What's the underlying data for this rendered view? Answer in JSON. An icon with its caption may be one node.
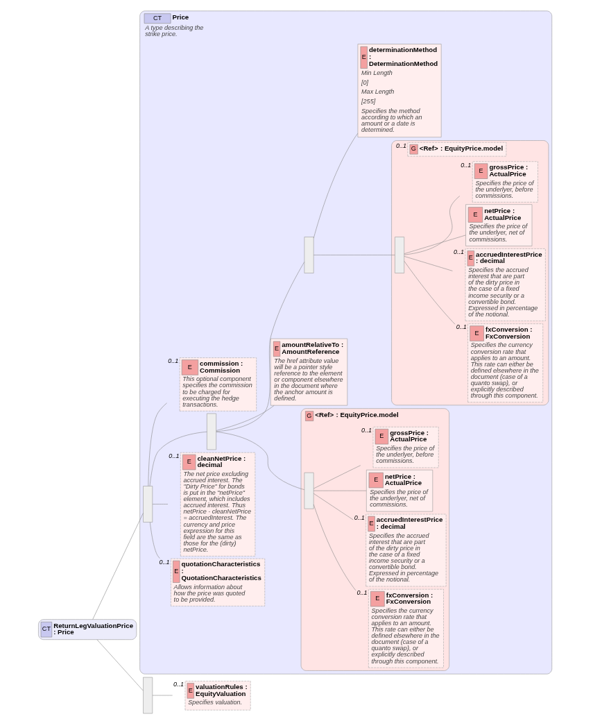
{
  "diagram": {
    "nodes": [
      {
        "text": [
          "CT",
          "ReturnLegValuationPrice : Price"
        ]
      },
      {
        "text": [
          "CT",
          "Price",
          "A type describing the strike price."
        ]
      },
      {
        "text": [],
        "shape": "box",
        "in": 1
      },
      {
        "text": [
          "E",
          "commission : Commission",
          "This optional component specifies the commission to be charged for executing the hedge transactions."
        ],
        "in": 1,
        "beside": [
          "0..1"
        ]
      },
      {
        "text": [],
        "shape": "box",
        "in": 1
      },
      {
        "text": [],
        "shape": "box",
        "in": 1
      },
      {
        "text": [
          "E",
          "determinationMethod : DeterminationMethod",
          "Min Length",
          "[0]",
          "Max Length",
          "[255]",
          "Specifies the method according to which an amount or a date is determined."
        ],
        "in": 1
      },
      {
        "text": [
          "G",
          "<Ref>",
          ": EquityPrice.model"
        ],
        "in": 1,
        "beside": [
          "0..1"
        ]
      },
      {
        "text": [],
        "shape": "box",
        "in": 7
      },
      {
        "text": [
          "E",
          "grossPrice : ActualPrice",
          "Specifies the price of the underlyer, before commissions."
        ],
        "in": 7,
        "beside": [
          "0..1"
        ]
      },
      {
        "text": [
          "E",
          "netPrice : ActualPrice",
          "Specifies the price of the underlyer, net of commissions."
        ],
        "in": 7
      },
      {
        "text": [
          "E",
          "accruedInterestPrice : decimal",
          "Specifies the accrued interest that are part of the dirty price in the case of a fixed income security or a convertible bond. Expressed in percentage of the notional."
        ],
        "in": 7,
        "beside": [
          "0..1"
        ]
      },
      {
        "text": [
          "E",
          "fxConversion : FxConversion",
          "Specifies the currency conversion rate that applies to an amount. This rate can either be defined elsewhere in the document (case of a quanto swap), or explicitly described through this component."
        ],
        "in": 7,
        "beside": [
          "0..1"
        ]
      },
      {
        "text": [
          "E",
          "amountRelativeTo : AmountReference",
          "The href attribute value will be a pointer style reference to the element or component elsewhere in the document where the anchor amount is defined."
        ],
        "in": 1
      },
      {
        "text": [
          "G",
          "<Ref>",
          ": EquityPrice.model"
        ],
        "in": 1
      },
      {
        "text": [],
        "shape": "box",
        "in": 14
      },
      {
        "text": [
          "E",
          "grossPrice : ActualPrice",
          "Specifies the price of the underlyer, before commissions."
        ],
        "in": 14,
        "beside": [
          "0..1"
        ]
      },
      {
        "text": [
          "E",
          "netPrice : ActualPrice",
          "Specifies the price of the underlyer, net of commissions."
        ],
        "in": 14
      },
      {
        "text": [
          "E",
          "accruedInterestPrice : decimal",
          "Specifies the accrued interest that are part of the dirty price in the case of a fixed income security or a convertible bond. Expressed in percentage of the notional."
        ],
        "in": 14,
        "beside": [
          "0..1"
        ]
      },
      {
        "text": [
          "E",
          "fxConversion : FxConversion",
          "Specifies the currency conversion rate that applies to an amount. This rate can either be defined elsewhere in the document (case of a quanto swap), or explicitly described through this component."
        ],
        "in": 14,
        "beside": [
          "0..1"
        ]
      },
      {
        "text": [
          "E",
          "cleanNetPrice : decimal",
          "The net price excluding accrued interest. The \"Dirty Price\" for bonds is put in the \"netPrice\" element, which includes accrued interest. Thus netPrice - cleanNetPrice = accruedInterest. The currency and price expression for this field are the same as those for the (dirty) netPrice."
        ],
        "in": 1,
        "beside": [
          "0..1"
        ]
      },
      {
        "text": [
          "E",
          "quotationCharacteristics : QuotationCharacteristics",
          "Allows information about how the price was quoted to be provided."
        ],
        "in": 1,
        "beside": [
          "0..1"
        ]
      },
      {
        "text": [],
        "shape": "box"
      },
      {
        "text": [
          "E",
          "valuationRules : EquityValuation",
          "Specifies valuation."
        ],
        "beside": [
          "0..1"
        ]
      }
    ],
    "edges": [
      {
        "from": 0,
        "to": 2,
        "arrow": "none"
      },
      {
        "from": 2,
        "to": 3,
        "arrow": "none"
      },
      {
        "from": 2,
        "to": 4,
        "arrow": "none"
      },
      {
        "from": 4,
        "to": 5,
        "arrow": "none"
      },
      {
        "from": 5,
        "to": 6,
        "arrow": "none"
      },
      {
        "from": 5,
        "to": 8,
        "arrow": "none"
      },
      {
        "from": 8,
        "to": 9,
        "arrow": "none"
      },
      {
        "from": 8,
        "to": 10,
        "arrow": "none"
      },
      {
        "from": 8,
        "to": 11,
        "arrow": "none"
      },
      {
        "from": 8,
        "to": 12,
        "arrow": "none"
      },
      {
        "from": 4,
        "to": 13,
        "arrow": "none"
      },
      {
        "from": 4,
        "to": 15,
        "arrow": "none"
      },
      {
        "from": 15,
        "to": 16,
        "arrow": "none"
      },
      {
        "from": 15,
        "to": 17,
        "arrow": "none"
      },
      {
        "from": 15,
        "to": 18,
        "arrow": "none"
      },
      {
        "from": 15,
        "to": 19,
        "arrow": "none"
      },
      {
        "from": 2,
        "to": 20,
        "arrow": "none"
      },
      {
        "from": 2,
        "to": 21,
        "arrow": "none"
      },
      {
        "from": 0,
        "to": 22,
        "arrow": "none"
      },
      {
        "from": 22,
        "to": 23,
        "arrow": "none"
      }
    ]
  }
}
